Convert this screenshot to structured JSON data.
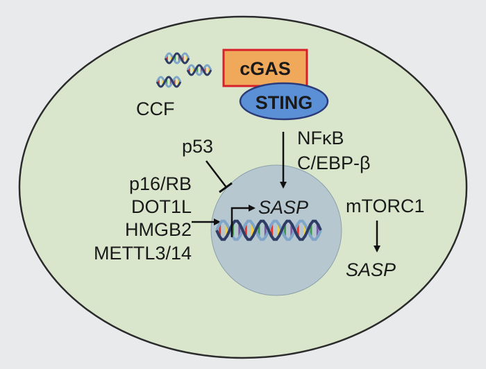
{
  "labels": {
    "cgas": "cGAS",
    "sting": "STING",
    "ccf": "CCF",
    "nfkb": "NFκB",
    "cebp": "C/EBP-β",
    "p53": "p53",
    "p16rb": "p16/RB",
    "dot1l": "DOT1L",
    "hmgb2": "HMGB2",
    "mettl": "METTL3/14",
    "sasp_nucleus": "SASP",
    "mtorc1": "mTORC1",
    "sasp_cyto": "SASP"
  },
  "icons": {
    "dna_fragment": "dna-fragment-icon",
    "dna_helix": "dna-helix-icon"
  },
  "colors": {
    "background": "#e9eaec",
    "cell_fill": "#d9e6cc",
    "cell_stroke": "#2b2b2b",
    "nucleus_fill": "#b6c7cf",
    "cgas_fill": "#f0a85a",
    "cgas_stroke": "#d6202a",
    "sting_fill": "#5b8fd6",
    "sting_stroke": "#2b3b7a",
    "dna_dark": "#2e3c66",
    "dna_light": "#7fa6c9",
    "dna_rungs": [
      "#e8322c",
      "#f4d03f",
      "#3a9a4b",
      "#7b5aa6",
      "#e8322c",
      "#f4d03f",
      "#3a9a4b",
      "#7b5aa6"
    ]
  }
}
